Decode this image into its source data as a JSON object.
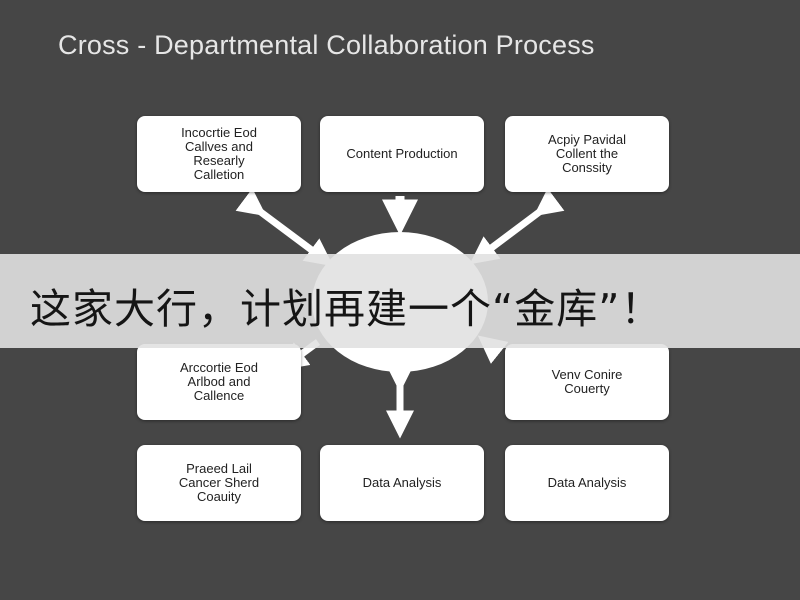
{
  "title": "Cross - Departmental Collaboration Process",
  "hub_label": "",
  "boxes": {
    "top_left": "Incocrtie Eod\nCallves and\nResearly\nCalletion",
    "top_center": "Content Production",
    "top_right": "Acpiy Pavidal\nCollent the\nConssity",
    "mid_left": "Arccortie Eod\nArlbod and\nCallence",
    "mid_right": "Venv Conire\nCouerty",
    "bottom_left": "Praeed Lail\nCancer Sherd\nCoauity",
    "bottom_center": "Data Analysis",
    "bottom_right": "Data Analysis"
  },
  "banner": {
    "text": "这家大行，计划再建一个“金库”！"
  },
  "colors": {
    "background": "#464646",
    "box": "#ffffff",
    "banner": "#e1e1e1",
    "arrow": "#ffffff"
  }
}
